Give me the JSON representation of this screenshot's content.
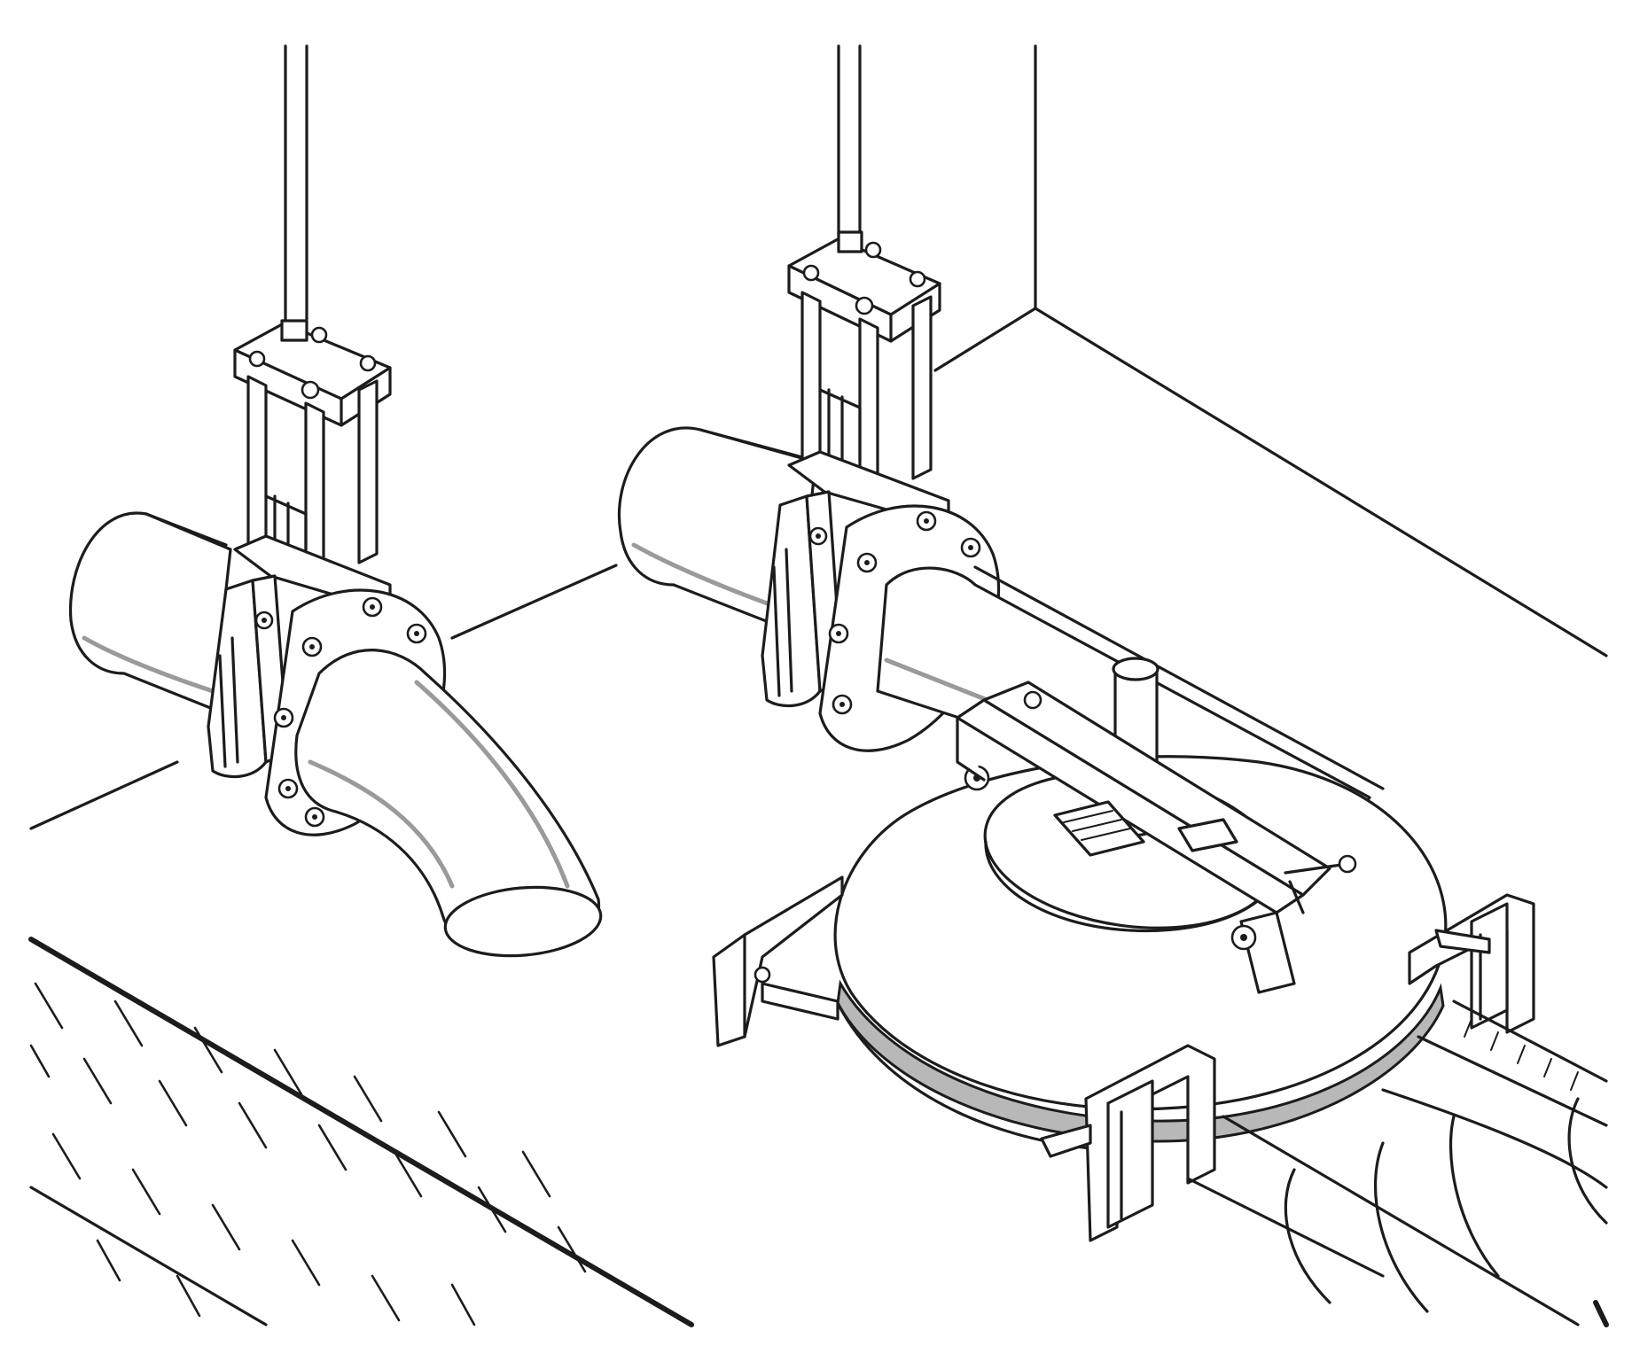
{
  "figure": {
    "kind": "technical line illustration",
    "style": "black line art on white background",
    "colors": {
      "line": "#1c1c1c",
      "background": "#ffffff",
      "shade": "#b8b8b8"
    },
    "objects": [
      "wall-corner",
      "floor-slab",
      "left-knife-gate-valve",
      "left-elbow-outlet",
      "right-knife-gate-valve",
      "hatch-cover-assembly",
      "discharge-pipe"
    ]
  }
}
